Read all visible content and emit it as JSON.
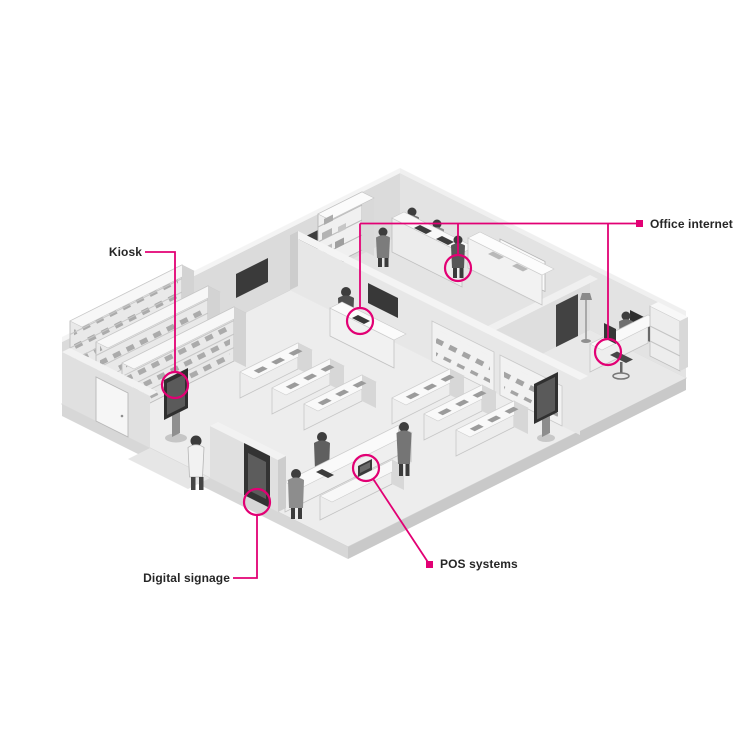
{
  "figure": {
    "background_color": "#ffffff",
    "accent_color": "#e20074",
    "illustration_alt": "Isometric cutaway illustration of a retail store: sales floor with shelving, display tables, checkout counters and kiosk, plus back offices with desks and staff",
    "callouts": [
      {
        "id": "kiosk",
        "label": "Kiosk",
        "targets": 1
      },
      {
        "id": "office_internet",
        "label": "Office internet",
        "targets": 3
      },
      {
        "id": "digital_signage",
        "label": "Digital signage",
        "targets": 1
      },
      {
        "id": "pos_systems",
        "label": "POS systems",
        "targets": 1
      }
    ]
  }
}
